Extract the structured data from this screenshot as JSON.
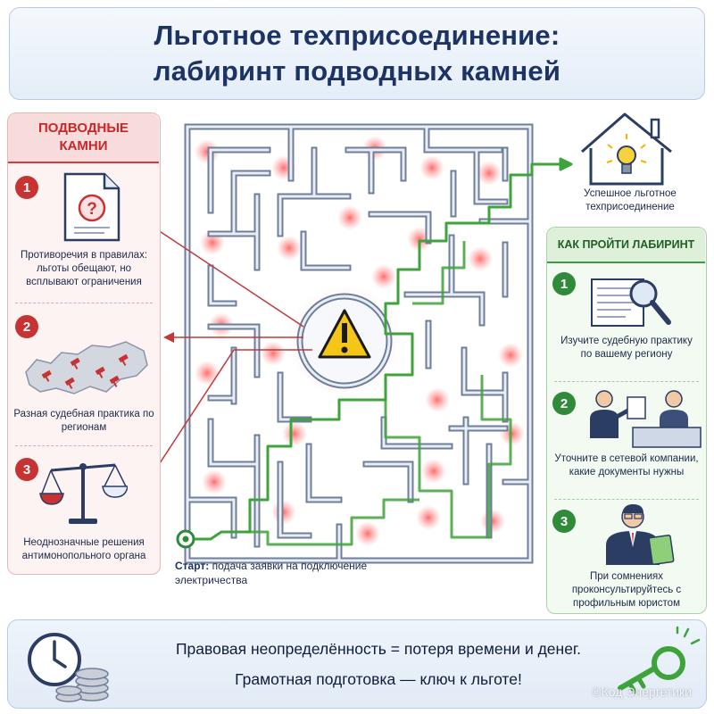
{
  "title": {
    "line1": "Льготное техприсоединение:",
    "line2": "лабиринт подводных камней"
  },
  "pitfalls": {
    "heading": "ПОДВОДНЫЕ КАМНИ",
    "items": [
      {
        "number": "1",
        "icon": "question-document-icon",
        "text": "Противоречия в правилах: льготы обещают, но всплывают ограничения"
      },
      {
        "number": "2",
        "icon": "russia-map-gavels-icon",
        "text": "Разная судебная практика по регионам"
      },
      {
        "number": "3",
        "icon": "scales-icon",
        "text": "Неоднозначные решения антимонопольного органа"
      }
    ]
  },
  "maze": {
    "center_icon": "warning-triangle-icon",
    "goal_icon": "house-lightbulb-icon",
    "goal_text": "Успешное льготное техприсоединение",
    "start_label": "Старт:",
    "start_text": "подача заявки на подключение электричества"
  },
  "howto": {
    "heading": "КАК ПРОЙТИ ЛАБИРИНТ",
    "items": [
      {
        "number": "1",
        "icon": "document-magnifier-icon",
        "text": "Изучите судебную практику по вашему региону"
      },
      {
        "number": "2",
        "icon": "office-meeting-icon",
        "text": "Уточните в сетевой компании, какие документы нужны"
      },
      {
        "number": "3",
        "icon": "lawyer-icon",
        "text": "При сомнениях проконсультируйтесь с профильным юристом"
      }
    ]
  },
  "footer": {
    "line1": "Правовая неопределённость = потеря времени и денег.",
    "line2": "Грамотная подготовка — ключ к льготе!",
    "left_icon": "clock-coins-icon",
    "right_icon": "key-icon",
    "watermark": "©Код Энергетики"
  },
  "colors": {
    "title": "#1c3364",
    "pitfall_red": "#c73232",
    "path_green": "#3fa33b",
    "maze_wall": "#6f7f99"
  }
}
